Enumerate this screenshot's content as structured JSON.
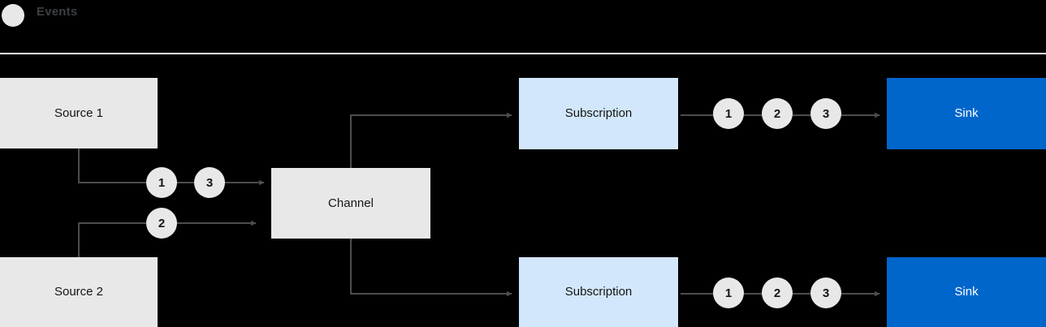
{
  "legend": {
    "dot_icon": "event-dot-icon",
    "label": "Events",
    "dot_color": "#e8e8e8",
    "text_color": "#3c3f42"
  },
  "colors": {
    "background": "#000000",
    "source_box": "#e8e8e8",
    "channel_box": "#e8e8e8",
    "subscription_box": "#d2e7fb",
    "sink_box": "#0066cc",
    "sink_text": "#ffffff",
    "token": "#e8e8e8",
    "arrow": "#4d4d4d",
    "rule": "#ffffff"
  },
  "diagram": {
    "type": "flow",
    "nodes": [
      {
        "id": "source1",
        "label": "Source 1",
        "kind": "source"
      },
      {
        "id": "source2",
        "label": "Source 2",
        "kind": "source"
      },
      {
        "id": "channel",
        "label": "Channel",
        "kind": "channel"
      },
      {
        "id": "subscription1",
        "label": "Subscription",
        "kind": "subscription"
      },
      {
        "id": "subscription2",
        "label": "Subscription",
        "kind": "subscription"
      },
      {
        "id": "sink1",
        "label": "Sink",
        "kind": "sink"
      },
      {
        "id": "sink2",
        "label": "Sink",
        "kind": "sink"
      }
    ],
    "token_groups": {
      "source1_to_channel": [
        "1",
        "3"
      ],
      "source2_to_channel": [
        "2"
      ],
      "subscription1_to_sink1": [
        "1",
        "2",
        "3"
      ],
      "subscription2_to_sink2": [
        "1",
        "2",
        "3"
      ]
    }
  }
}
